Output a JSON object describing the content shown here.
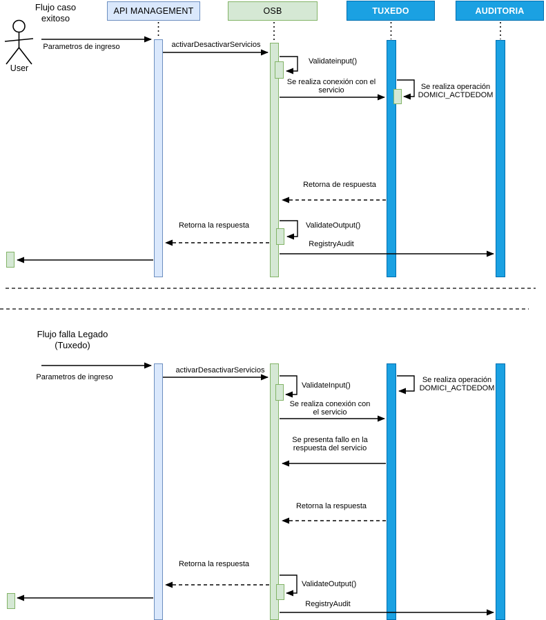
{
  "lifelines": {
    "api": "API MANAGEMENT",
    "osb": "OSB",
    "tuxedo": "TUXEDO",
    "auditoria": "AUDITORIA"
  },
  "actor": {
    "label": "User"
  },
  "flow1": {
    "title": "Flujo caso\nexitoso",
    "messages": {
      "params": "Parametros de ingreso",
      "activate": "activarDesactivarServicios",
      "validate_input": "Validateinput()",
      "connect": "Se realiza conexión con el\nservicio",
      "operation": "Se realiza operación\nDOMICI_ACTDEDOM",
      "return_response": "Retorna de respuesta",
      "validate_output": "ValidateOutput()",
      "return_final": "Retorna la respuesta",
      "registry_audit": "RegistryAudit"
    }
  },
  "flow2": {
    "title": "Flujo falla Legado\n(Tuxedo)",
    "messages": {
      "params": "Parametros de ingreso",
      "activate": "activarDesactivarServicios",
      "operation": "Se realiza operación\nDOMICI_ACTDEDOM",
      "validate_input": "ValidateInput()",
      "connect": "Se realiza conexión con\nel servicio",
      "failure": "Se presenta fallo en la\nrespuesta del servicio",
      "return_response": "Retorna la respuesta",
      "return_final": "Retorna la respuesta",
      "validate_output": "ValidateOutput()",
      "registry_audit": "RegistryAudit"
    }
  },
  "colors": {
    "light_blue_fill": "#dae8fc",
    "light_blue_border": "#6c8ebf",
    "light_green_fill": "#d5e8d4",
    "light_green_border": "#82b366",
    "bright_blue_fill": "#1ba1e2",
    "bright_blue_border": "#006eaf",
    "line_color": "#000000"
  }
}
